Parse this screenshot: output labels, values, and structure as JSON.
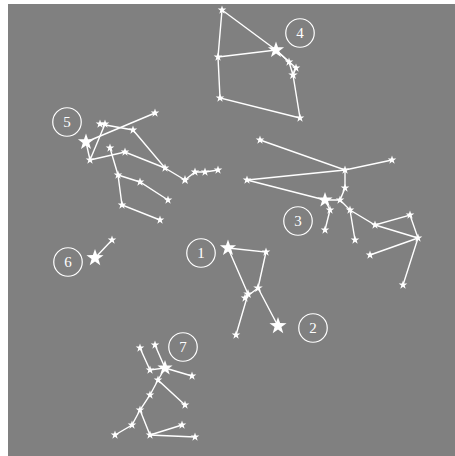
{
  "diagram": {
    "nodes": [
      {
        "text": [
          "4"
        ]
      },
      {
        "text": [
          "5"
        ]
      },
      {
        "text": [
          "3"
        ]
      },
      {
        "text": [
          "1"
        ]
      },
      {
        "text": [
          "6"
        ]
      },
      {
        "text": [
          "2"
        ]
      },
      {
        "text": [
          "7"
        ]
      }
    ]
  }
}
